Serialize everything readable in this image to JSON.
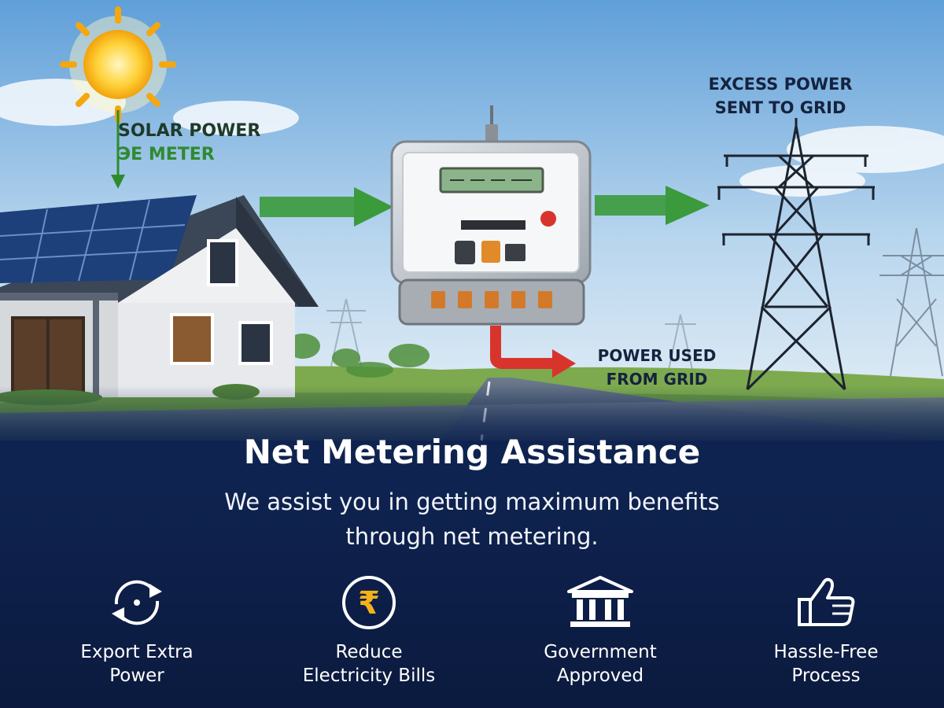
{
  "hero": {
    "solar_label": [
      "SOLAR POWER",
      "ЭE METER"
    ],
    "excess_label": [
      "EXCESS POWER",
      "SENT TO GRID"
    ],
    "used_label": [
      "POWER USED",
      "FROM GRID"
    ]
  },
  "headline": "Net Metering Assistance",
  "subline": [
    "We assist you in getting maximum benefits",
    "through net metering."
  ],
  "features": [
    {
      "icon": "refresh-arrows-icon",
      "lines": [
        "Export Extra",
        "Power"
      ]
    },
    {
      "icon": "rupee-icon",
      "lines": [
        "Reduce",
        "Electricity Bills"
      ],
      "symbol": "₹"
    },
    {
      "icon": "government-building-icon",
      "lines": [
        "Government",
        "Approved"
      ]
    },
    {
      "icon": "thumbs-up-icon",
      "lines": [
        "Hassle-Free",
        "Process"
      ]
    }
  ],
  "colors": {
    "navy": "#0f2350",
    "arrow_green": "#3a9a3c",
    "arrow_red": "#d8342c",
    "rupee_gold": "#f4b21a"
  }
}
